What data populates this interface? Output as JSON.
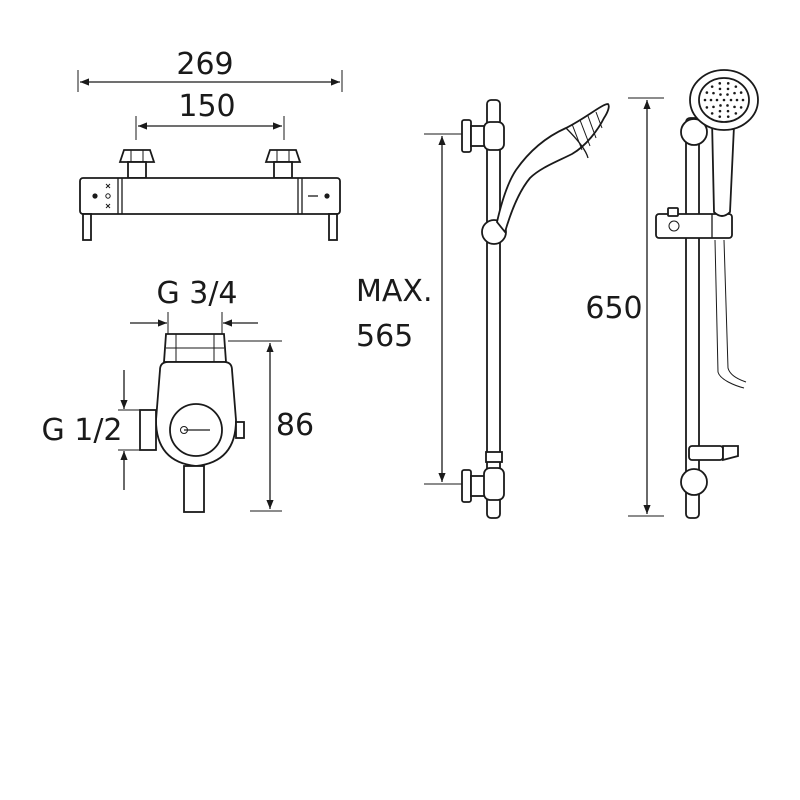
{
  "dimensions": {
    "overall_width": "269",
    "centres": "150",
    "outlet_thread": "G 3/4",
    "inlet_thread": "G 1/2",
    "depth": "86",
    "rail_max_line1": "MAX.",
    "rail_max_line2": "565",
    "rail_height": "650"
  },
  "colors": {
    "line": "#1a1a1a",
    "background": "#ffffff"
  }
}
